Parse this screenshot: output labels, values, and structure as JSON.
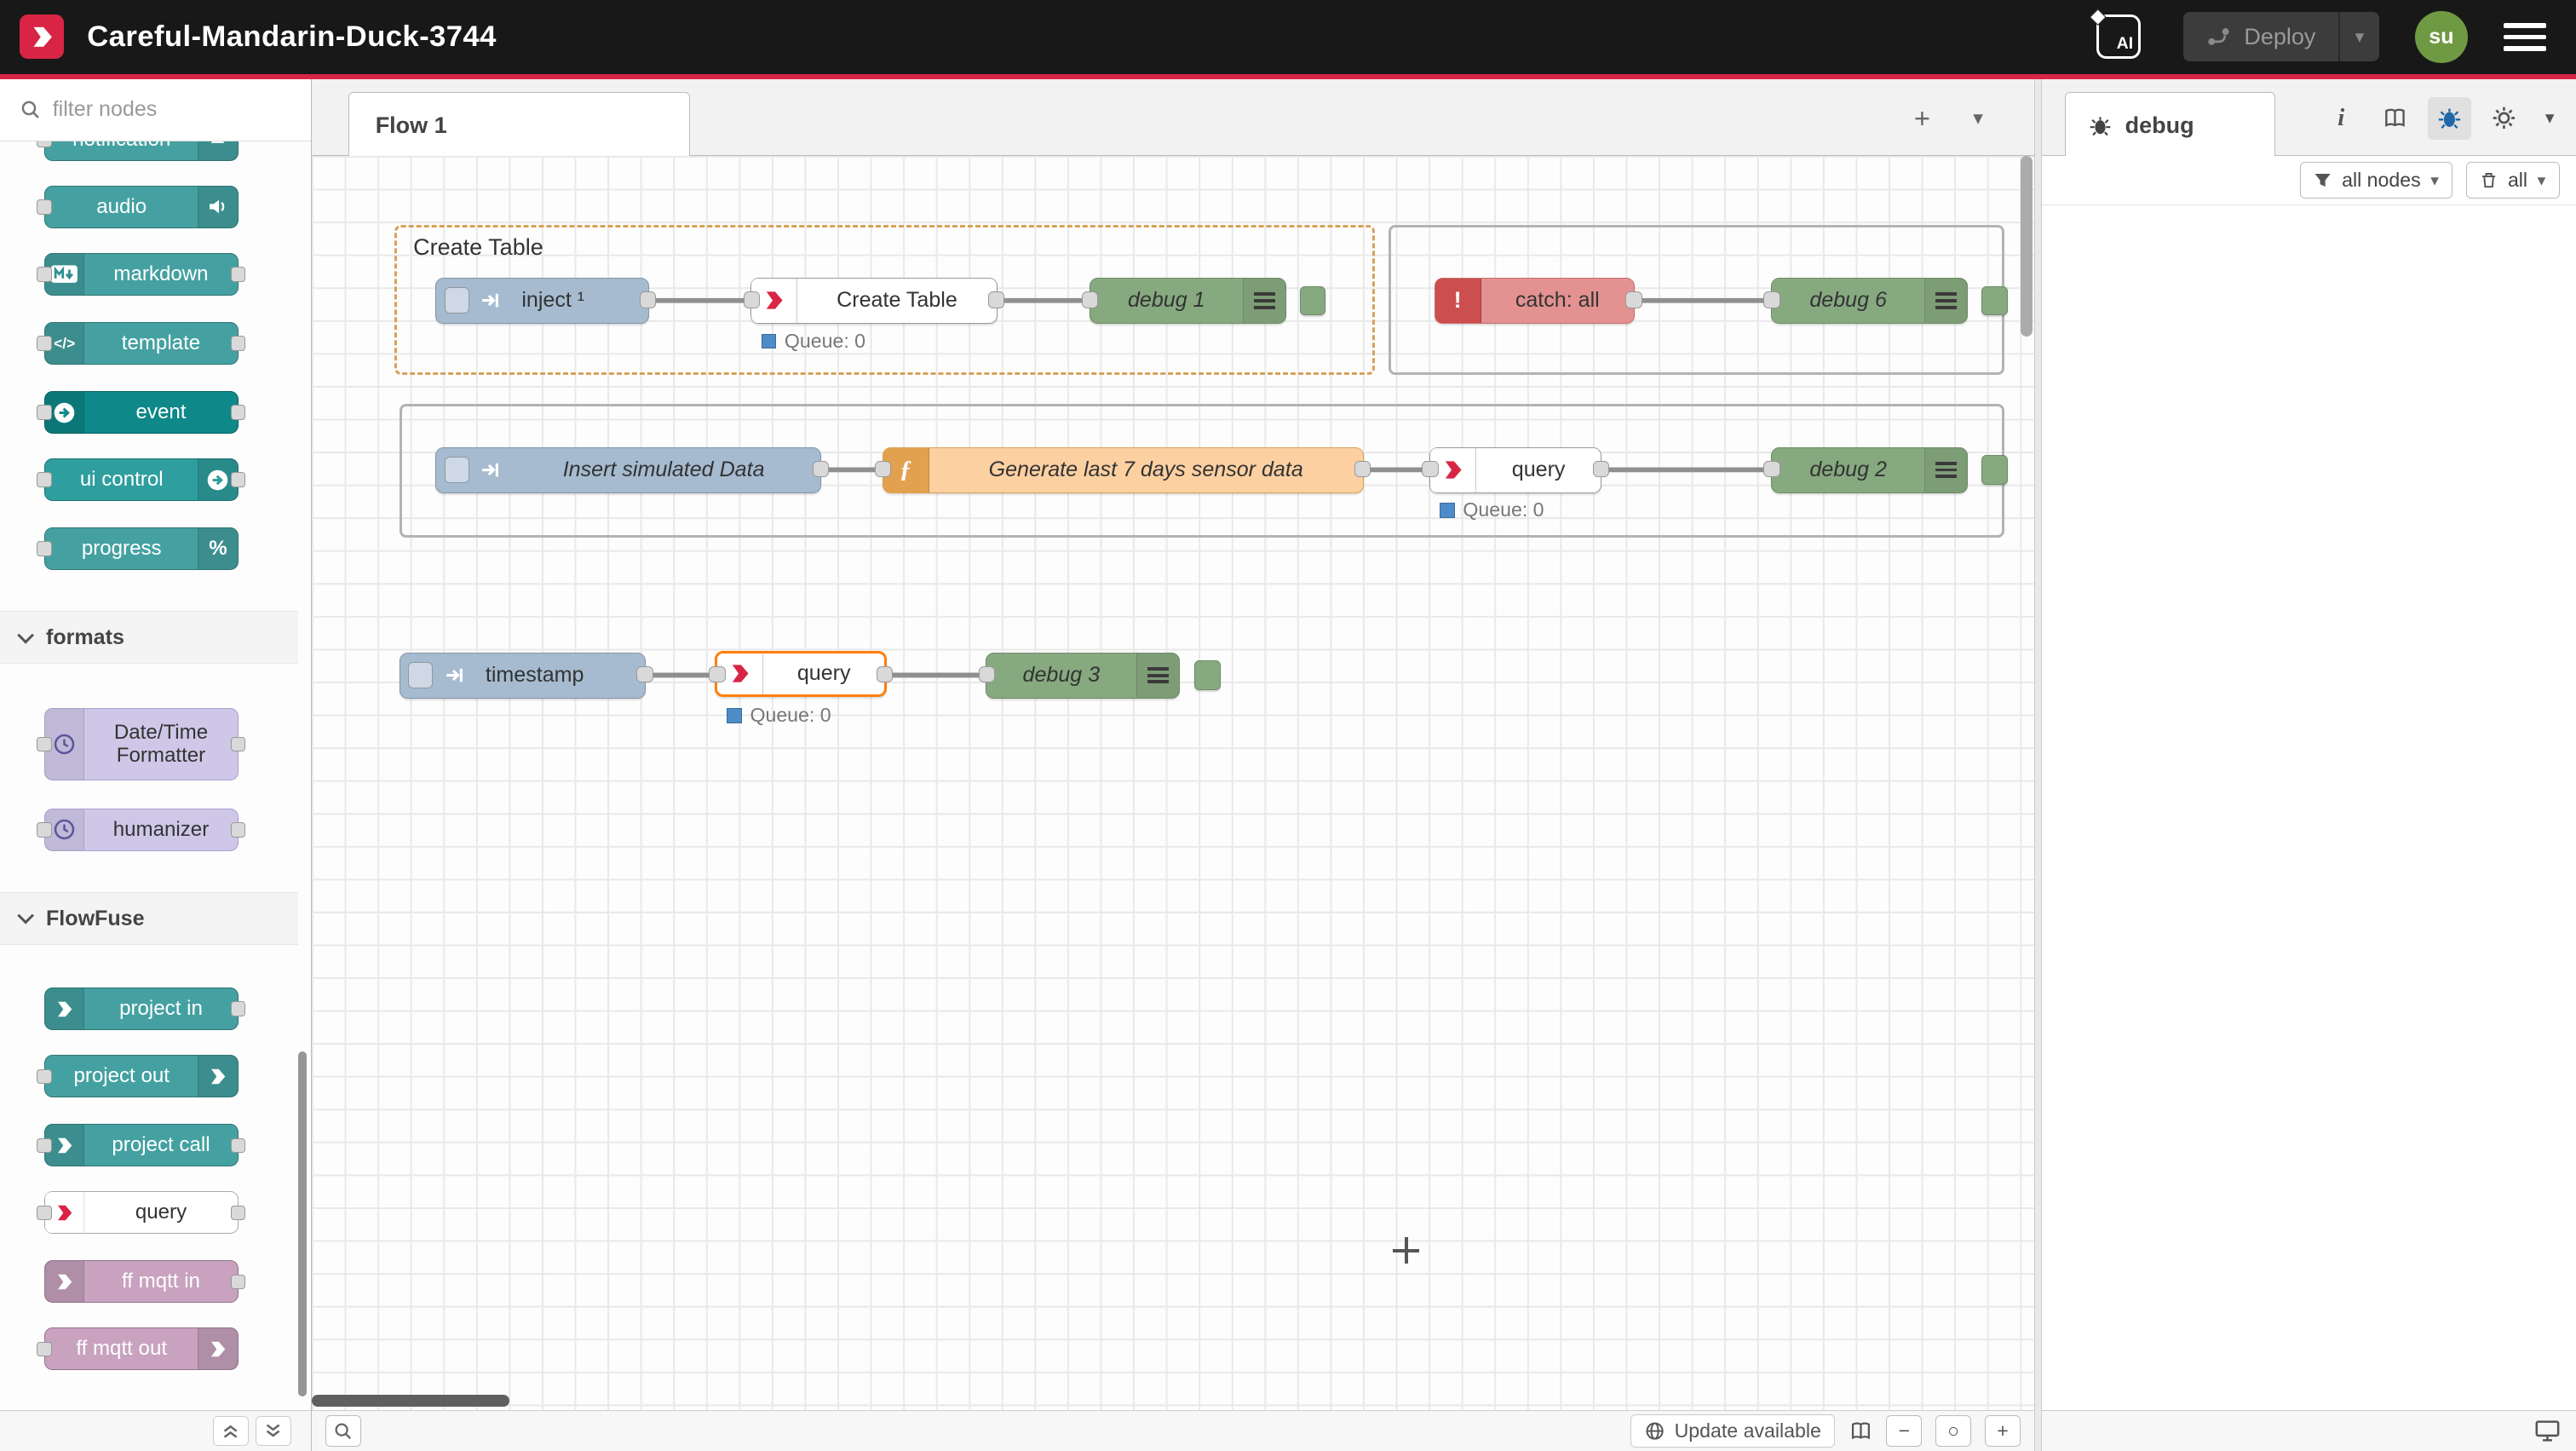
{
  "colors": {
    "brand_red": "#d92545",
    "header_bg": "#181818",
    "teal": "#45a1a1",
    "teal_dark": "#0e8888",
    "teal_mid": "#2f9e9e",
    "lavender": "#cfc7e8",
    "mauve": "#c8a2bf",
    "inject_blue": "#a6bbcf",
    "debug_green": "#87a980",
    "function_orange": "#fdd0a2",
    "function_icon": "#e2a14e",
    "catch_red": "#e49191",
    "catch_icon": "#cc4e4e",
    "selection_orange": "#ff7f0e",
    "group_selected": "#d9a05a",
    "status_blue": "#4e8cc9",
    "avatar_green": "#6f9a43",
    "wire": "#8f8f8f"
  },
  "header": {
    "title": "Careful-Mandarin-Duck-3744",
    "ai_badge": "AI",
    "deploy_label": "Deploy",
    "avatar": "su"
  },
  "palette": {
    "search_placeholder": "filter nodes",
    "clipped_node": {
      "label": "notification"
    },
    "dashboard_nodes": [
      {
        "label": "audio"
      },
      {
        "label": "markdown"
      },
      {
        "label": "template"
      },
      {
        "label": "event"
      },
      {
        "label": "ui control"
      },
      {
        "label": "progress"
      }
    ],
    "sections": [
      {
        "label": "formats",
        "nodes": [
          {
            "label": "Date/Time Formatter"
          },
          {
            "label": "humanizer"
          }
        ]
      },
      {
        "label": "FlowFuse",
        "nodes": [
          {
            "label": "project in"
          },
          {
            "label": "project out"
          },
          {
            "label": "project call"
          },
          {
            "label": "query"
          },
          {
            "label": "ff mqtt in"
          },
          {
            "label": "ff mqtt out"
          }
        ]
      }
    ]
  },
  "workspace": {
    "tab": "Flow 1",
    "groups": [
      {
        "label": "Create Table"
      }
    ],
    "nodes": {
      "inject1": {
        "label": "inject ¹"
      },
      "create_table": {
        "label": "Create Table",
        "status": "Queue: 0"
      },
      "debug1": {
        "label": "debug 1"
      },
      "catch_all": {
        "label": "catch: all"
      },
      "debug6": {
        "label": "debug 6"
      },
      "insert_data": {
        "label": "Insert simulated Data"
      },
      "function7d": {
        "label": "Generate last 7 days sensor data"
      },
      "query2": {
        "label": "query",
        "status": "Queue: 0"
      },
      "debug2": {
        "label": "debug 2"
      },
      "timestamp": {
        "label": "timestamp"
      },
      "query3": {
        "label": "query",
        "status": "Queue: 0"
      },
      "debug3": {
        "label": "debug 3"
      }
    },
    "footer": {
      "update": "Update available",
      "zoom_out": "−",
      "zoom_reset": "○",
      "zoom_in": "+"
    }
  },
  "sidebar": {
    "tab": "debug",
    "filter_label": "all nodes",
    "clear_label": "all"
  },
  "icons": {
    "plus": "+",
    "caret": "▾",
    "template": "</>",
    "progress": "%",
    "function": "ƒ",
    "catch": "!",
    "info": "i"
  }
}
